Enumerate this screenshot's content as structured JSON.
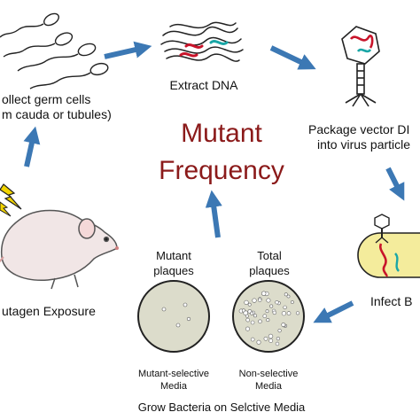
{
  "title": {
    "line1": "Mutant",
    "line2": "Frequency"
  },
  "steps": {
    "collect": {
      "line1": "ollect germ cells",
      "line2": "m cauda or tubules)"
    },
    "extract": {
      "label": "Extract DNA"
    },
    "package": {
      "line1": "Package vector DI",
      "line2": "into virus particle"
    },
    "infect": {
      "label": "Infect B"
    },
    "grow": {
      "mutant_heading_1": "Mutant",
      "mutant_heading_2": "plaques",
      "total_heading_1": "Total",
      "total_heading_2": "plaques",
      "mutant_media_1": "Mutant-selective",
      "mutant_media_2": "Media",
      "total_media_1": "Non-selective",
      "total_media_2": "Media",
      "caption": "Grow Bacteria on Selctive Media"
    },
    "exposure": {
      "label": "utagen Exposure"
    }
  },
  "colors": {
    "title": "#8b1a1a",
    "arrow": "#3c78b4",
    "dish_fill": "#dcdccb",
    "bacterium_fill": "#f4ec9c",
    "lightning": "#f2d400",
    "dna_red": "#c8142a",
    "dna_teal": "#1aa6a6"
  },
  "icons": [
    "sperm-cells-icon",
    "dna-coil-icon",
    "bacteriophage-icon",
    "bacterium-icon",
    "petri-dish-icon",
    "mouse-icon",
    "lightning-bolt-icon",
    "cycle-arrow-icon"
  ]
}
